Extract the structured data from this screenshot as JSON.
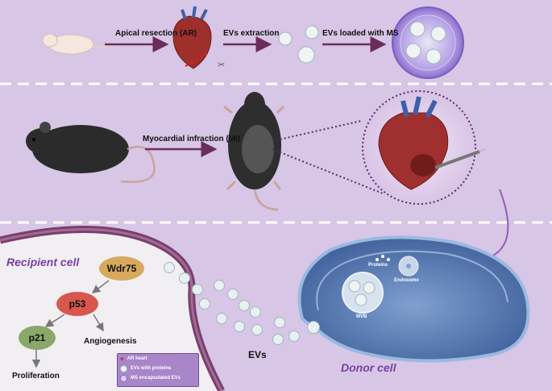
{
  "top_panel": {
    "step1": "Apical resection (AR)",
    "step2": "EVs extraction",
    "step3": "EVs loaded with MS"
  },
  "middle_panel": {
    "step1": "Myocardial infraction (MI)"
  },
  "bottom_panel": {
    "recipient_cell": "Recipient cell",
    "donor_cell": "Donor cell",
    "evs": "EVs",
    "pathway": {
      "wdr75": "Wdr75",
      "p53": "p53",
      "p21": "p21",
      "angiogenesis": "Angiogenesis",
      "proliferation": "Proliferation"
    },
    "donor_labels": {
      "proteins": "Proteins",
      "endosome": "Endosome",
      "mvb": "MVB"
    },
    "legend": [
      {
        "label": "AR heart",
        "icon": "heart-icon"
      },
      {
        "label": "EVs with proteins",
        "icon": "ev-icon"
      },
      {
        "label": "MS encapsulated EVs",
        "icon": "ms-ev-icon"
      }
    ]
  },
  "colors": {
    "background": "#d7c6e5",
    "arrow": "#6a2d5e",
    "wdr75": "#d6a95c",
    "p53": "#d9564d",
    "p21": "#8aa86a",
    "accent_purple": "#7b3fa4",
    "membrane": "#7a3f6d"
  }
}
